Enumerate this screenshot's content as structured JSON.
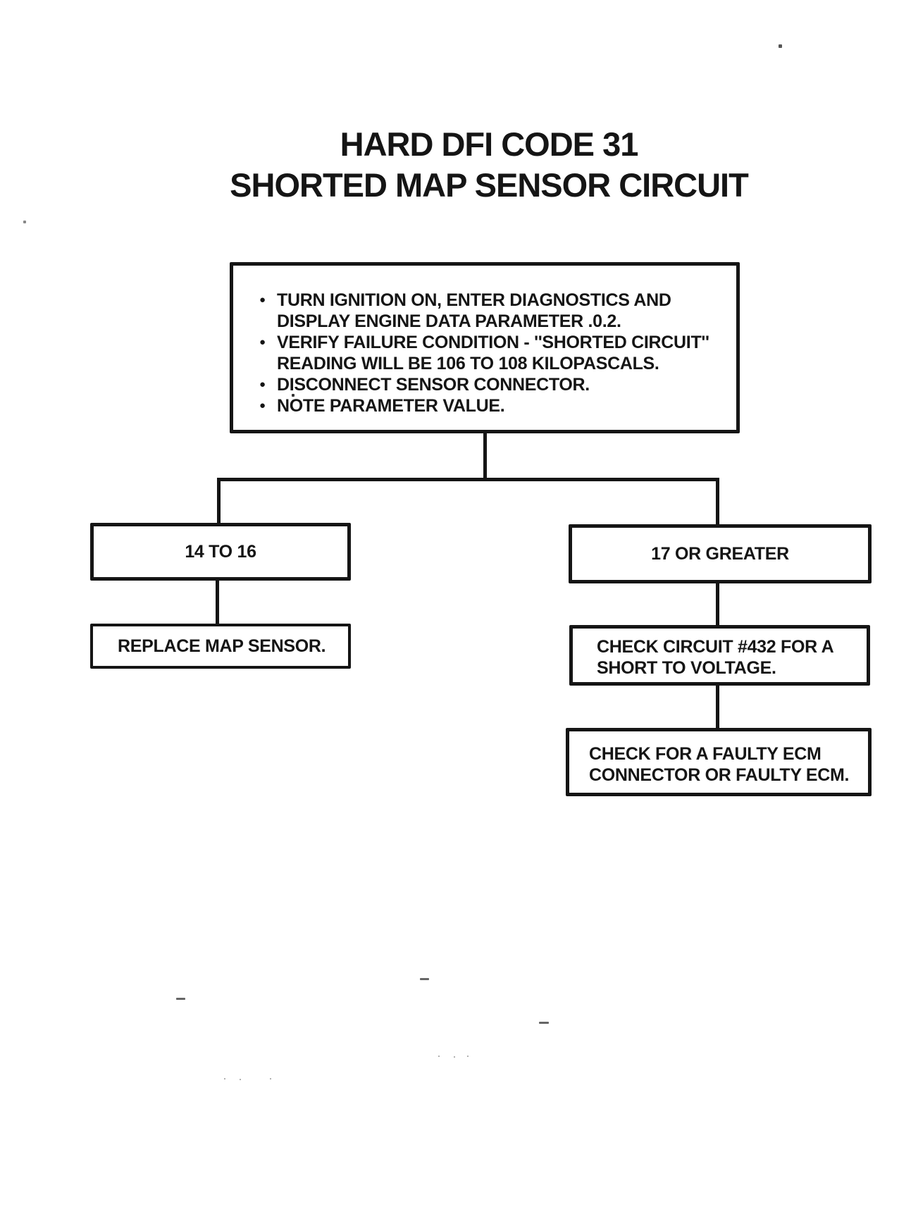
{
  "title": {
    "line1": "HARD DFI CODE 31",
    "line2": "SHORTED MAP SENSOR CIRCUIT"
  },
  "colors": {
    "ink": "#151515",
    "paper": "#ffffff"
  },
  "flowchart": {
    "bullet_glyph": "●",
    "instructions": {
      "bullets": [
        {
          "line1": "TURN IGNITION ON, ENTER DIAGNOSTICS AND",
          "line2": "DISPLAY ENGINE DATA PARAMETER .0.2."
        },
        {
          "line1": "VERIFY FAILURE CONDITION - ''SHORTED CIRCUIT''",
          "line2": "READING WILL BE 106 TO 108 KILOPASCALS."
        },
        {
          "line1": "DISCONNECT SENSOR CONNECTOR."
        },
        {
          "line1": "NOTE PARAMETER VALUE."
        }
      ]
    },
    "left_branch": {
      "condition": "14 TO 16",
      "action": "REPLACE MAP SENSOR."
    },
    "right_branch": {
      "condition": "17 OR GREATER",
      "action1_line1": "CHECK CIRCUIT #432 FOR A",
      "action1_line2": "SHORT TO VOLTAGE.",
      "action2_line1": "CHECK FOR A FAULTY ECM",
      "action2_line2": "CONNECTOR OR FAULTY ECM."
    }
  }
}
